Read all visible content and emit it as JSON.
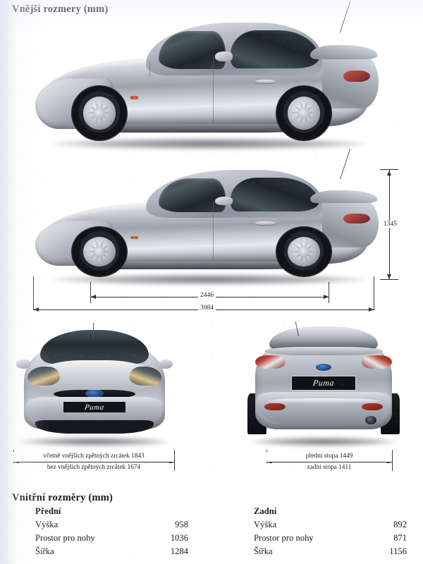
{
  "page": {
    "title_exterior": "Vnější rozmery (mm)",
    "title_interior": "Vnitřní rozměry (mm)"
  },
  "exterior": {
    "height_label": "1345",
    "wheelbase_label": "2446",
    "length_label": "3984",
    "front_caption_line1": "včetně vnějších zpětných zrcátek 1843",
    "front_caption_line2": "bez vnějších zpětných zrcátek 1674",
    "rear_caption_line1": "přední stopa 1449",
    "rear_caption_line2": "zadní stopa 1411"
  },
  "badges": {
    "puma_script": "Puma",
    "brand_oval": "Ford"
  },
  "interior": {
    "front": {
      "group": "Přední",
      "rows": [
        {
          "label": "Výška",
          "value": "958"
        },
        {
          "label": "Prostor pro nohy",
          "value": "1036"
        },
        {
          "label": "Šířka",
          "value": "1284"
        }
      ]
    },
    "rear": {
      "group": "Zadní",
      "rows": [
        {
          "label": "Výška",
          "value": "892"
        },
        {
          "label": "Prostor pro nohy",
          "value": "871"
        },
        {
          "label": "Šířka",
          "value": "1156"
        }
      ]
    }
  },
  "colors": {
    "body_silver": "#b9bcc6",
    "glass_dark": "#2b333a",
    "line": "#2c2e36",
    "plate_black": "#121419",
    "badge_blue": "#1f4f93",
    "paper": "#ffffff"
  },
  "views": {
    "side_top": "side-view-top",
    "side_bottom": "side-view-bottom",
    "front": "front-view",
    "rear": "rear-view"
  }
}
